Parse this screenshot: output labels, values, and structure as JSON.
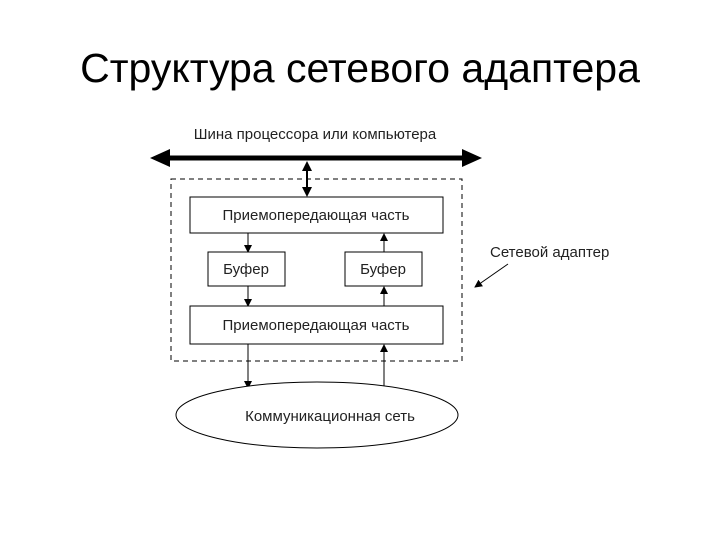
{
  "page": {
    "title": "Структура сетевого адаптера"
  },
  "diagram": {
    "bus_label": "Шина процессора или компьютера",
    "adapter_label": "Сетевой адаптер",
    "transceiver_top_label": "Приемопередающая часть",
    "buffer_left_label": "Буфер",
    "buffer_right_label": "Буфер",
    "transceiver_bottom_label": "Приемопередающая часть",
    "network_label": "Коммуникационная сеть"
  }
}
